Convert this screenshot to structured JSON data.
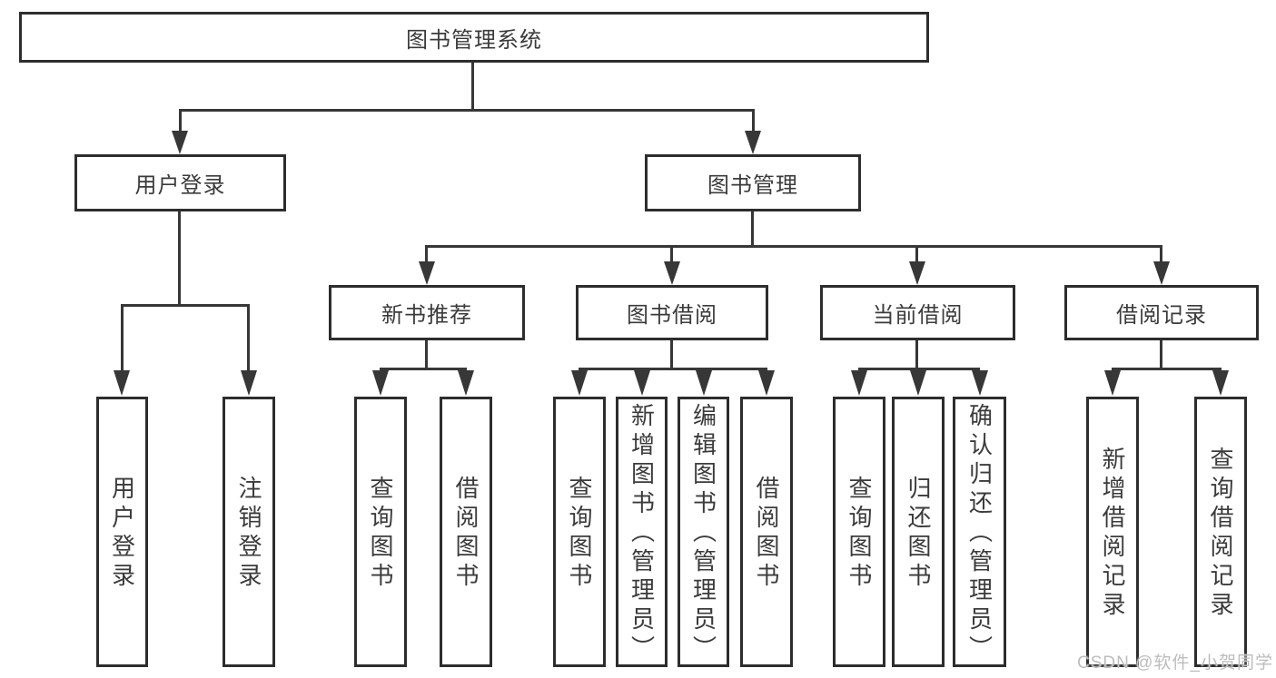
{
  "diagram": {
    "root": {
      "label": "图书管理系统"
    },
    "login": {
      "label": "用户登录",
      "children": [
        {
          "label": "用户登录"
        },
        {
          "label": "注销登录"
        }
      ]
    },
    "management": {
      "label": "图书管理",
      "children": [
        {
          "label": "新书推荐",
          "children": [
            {
              "label": "查询图书"
            },
            {
              "label": "借阅图书"
            }
          ]
        },
        {
          "label": "图书借阅",
          "children": [
            {
              "label": "查询图书"
            },
            {
              "label": "新增图书（管理员）"
            },
            {
              "label": "编辑图书（管理员）"
            },
            {
              "label": "借阅图书"
            }
          ]
        },
        {
          "label": "当前借阅",
          "children": [
            {
              "label": "查询图书"
            },
            {
              "label": "归还图书"
            },
            {
              "label": "确认归还（管理员）"
            }
          ]
        },
        {
          "label": "借阅记录",
          "children": [
            {
              "label": "新增借阅记录"
            },
            {
              "label": "查询借阅记录"
            }
          ]
        }
      ]
    }
  },
  "watermark": {
    "text": "CSDN @软件_小贺同学"
  },
  "colors": {
    "line": "#373737",
    "border": "#2d2d2d",
    "text": "#3b3b3b",
    "background": "#ffffff",
    "watermark": "#bdbdbd"
  }
}
